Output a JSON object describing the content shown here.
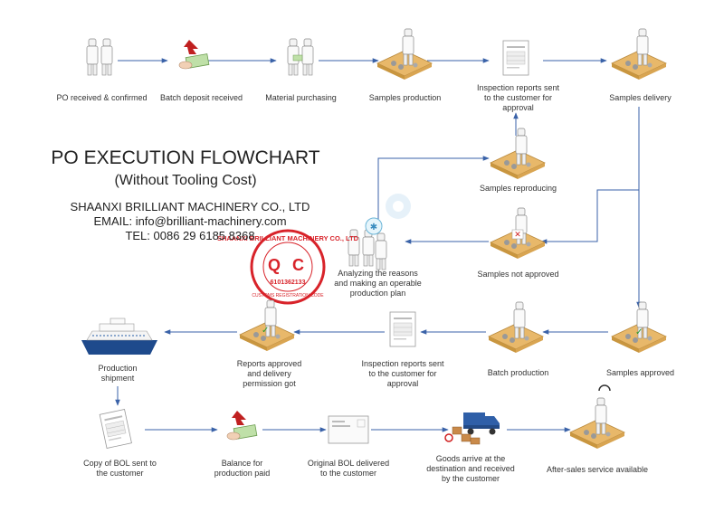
{
  "title": "PO EXECUTION FLOWCHART",
  "subtitle": "(Without Tooling Cost)",
  "company": {
    "name": "SHAANXI BRILLIANT MACHINERY CO., LTD",
    "email": "EMAIL: info@brilliant-machinery.com",
    "tel": "TEL: 0086 29 6185 8368"
  },
  "stamp": {
    "ring_text": "SHAANXI BRILLIANT MACHINERY CO., LTD",
    "center": "Q C",
    "number": "6101362133",
    "bottom": "CUSTOMS REGISTRATION CODE"
  },
  "steps": {
    "po_received": "PO received & confirmed",
    "batch_deposit": "Batch deposit received",
    "material_purchasing": "Material purchasing",
    "samples_production": "Samples production",
    "inspection_reports_1": "Inspection reports sent to the customer for approval",
    "samples_delivery": "Samples delivery",
    "samples_reproducing": "Samples reproducing",
    "analyzing": "Analyzing the reasons and making an operable production plan",
    "samples_not_approved": "Samples not approved",
    "samples_approved": "Samples approved",
    "batch_production": "Batch production",
    "inspection_reports_2": "Inspection reports sent to the customer for approval",
    "reports_approved": "Reports approved and delivery permission got",
    "production_shipment": "Production shipment",
    "copy_bol": "Copy of BOL sent to the customer",
    "balance_paid": "Balance for production paid",
    "original_bol": "Original BOL delivered to the customer",
    "goods_arrive": "Goods arrive at the destination and received by the customer",
    "after_sales": "After-sales service available"
  },
  "colors": {
    "arrow": "#3a62a8",
    "desk": "#e8b86a",
    "stamp": "#d8232a"
  }
}
